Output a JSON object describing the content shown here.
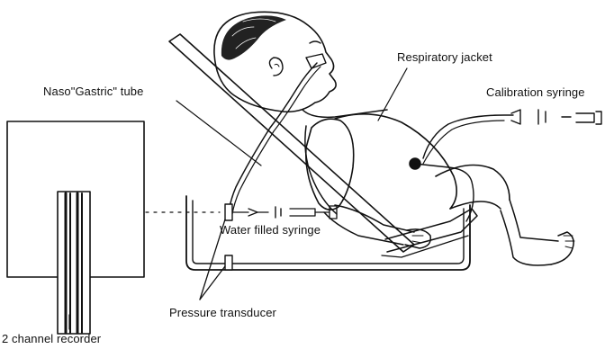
{
  "figure": {
    "labels": {
      "naso_gastric_tube": "Naso\"Gastric\" tube",
      "respiratory_jacket": "Respiratory jacket",
      "calibration_syringe": "Calibration syringe",
      "water_filled_syringe": "Water filled syringe",
      "pressure_transducer": "Pressure transducer",
      "channel_recorder": "2 channel recorder"
    },
    "colors": {
      "ink": "#111111",
      "background": "#ffffff"
    }
  }
}
